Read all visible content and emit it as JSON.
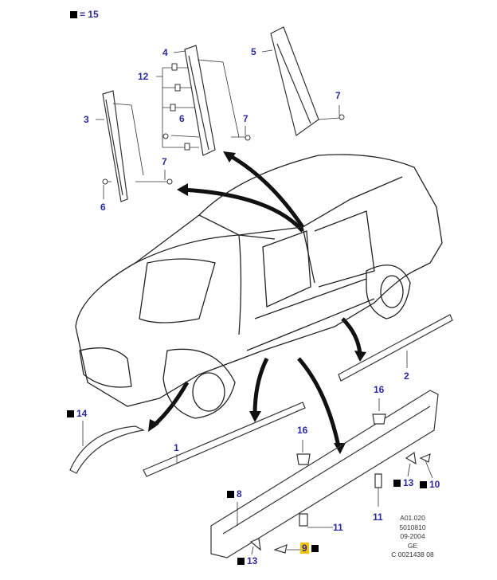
{
  "legend": {
    "symbol": "square",
    "equals_label": "= 15"
  },
  "labels": {
    "l3": "3",
    "l4": "4",
    "l5": "5",
    "l12": "12",
    "l6a": "6",
    "l6b": "6",
    "l7a": "7",
    "l7b": "7",
    "l7c": "7",
    "l14": "14",
    "l1": "1",
    "l2": "2",
    "l16a": "16",
    "l16b": "16",
    "l8": "8",
    "l11a": "11",
    "l11b": "11",
    "l13a": "13",
    "l10": "10",
    "l13b": "13",
    "l9": "9"
  },
  "highlight_color": "#f5c400",
  "label_color": "#2b2b9e",
  "reference": [
    "A01.020",
    "5010810",
    "09-2004",
    "GE",
    "C 0021438 08"
  ]
}
